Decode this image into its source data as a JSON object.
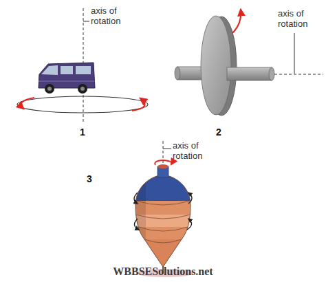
{
  "diagram": {
    "labels": [
      "axis of rotation",
      "axis of rotation",
      "1",
      "2",
      "axis of rotation",
      "3",
      "WBBSESolutions.net"
    ]
  }
}
